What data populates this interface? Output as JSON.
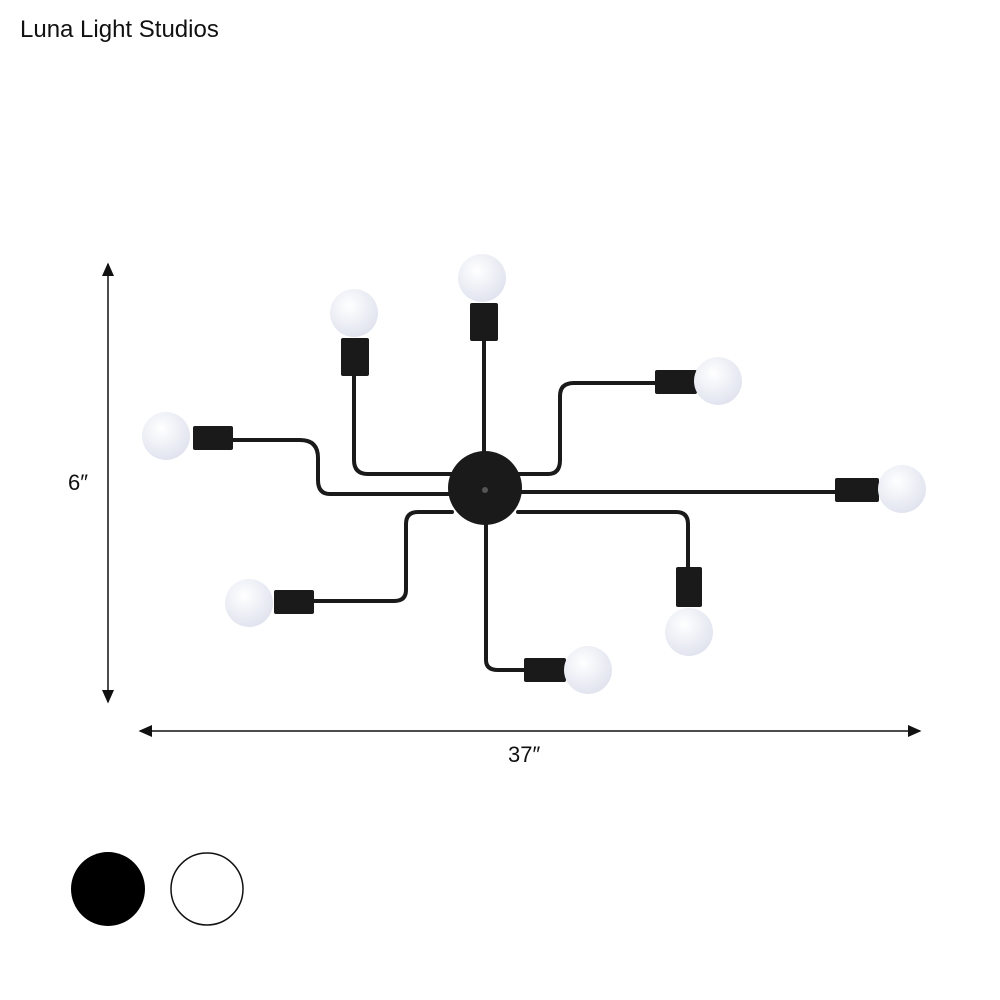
{
  "brand": "Luna Light Studios",
  "dimensions": {
    "height": "6″",
    "width": "37″"
  },
  "product": {
    "arms": 8,
    "bulbs": 8
  },
  "color_options": [
    {
      "name": "black",
      "hex": "#000000"
    },
    {
      "name": "white",
      "hex": "#ffffff"
    }
  ],
  "colors": {
    "fixture": "#1a1a1a",
    "bulb": "#eef0f8"
  }
}
